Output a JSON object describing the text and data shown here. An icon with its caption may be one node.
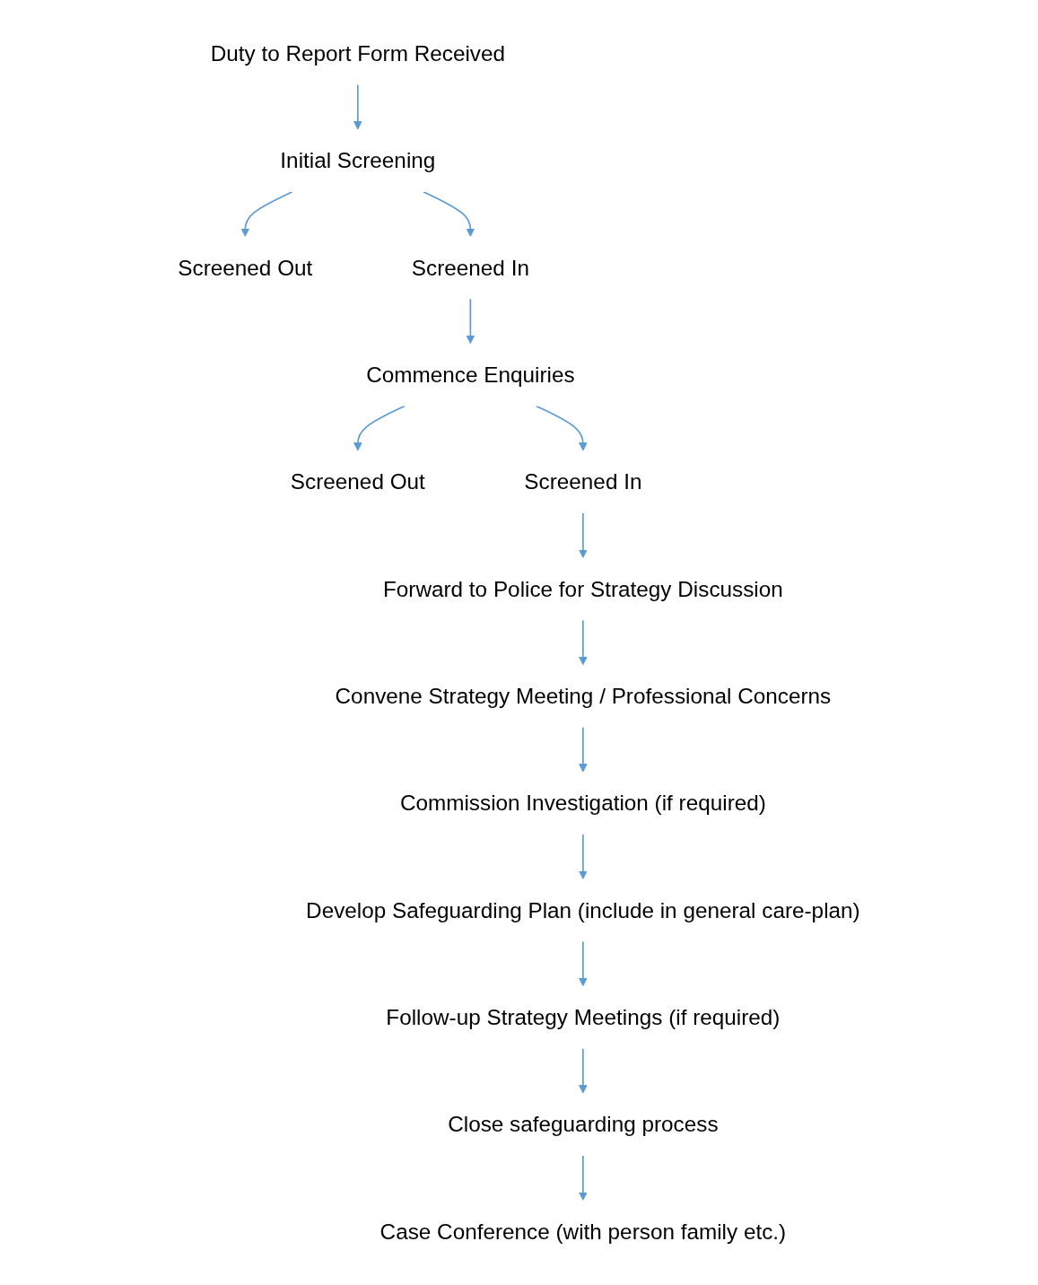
{
  "diagram": {
    "nodes": [
      {
        "text": [
          "Duty to Report Form Received"
        ]
      },
      {
        "text": [
          "Initial Screening"
        ]
      },
      {
        "text": [
          "Screened Out"
        ]
      },
      {
        "text": [
          "Screened In"
        ]
      },
      {
        "text": [
          "Commence Enquiries"
        ]
      },
      {
        "text": [
          "Screened Out"
        ]
      },
      {
        "text": [
          "Screened In"
        ]
      },
      {
        "text": [
          "Forward to Police for Strategy Discussion"
        ]
      },
      {
        "text": [
          "Convene Strategy Meeting / Professional Concerns"
        ]
      },
      {
        "text": [
          "Commission Investigation (if required)"
        ]
      },
      {
        "text": [
          "Develop Safeguarding Plan (include in general care-plan)"
        ]
      },
      {
        "text": [
          "Follow-up Strategy Meetings (if required)"
        ]
      },
      {
        "text": [
          "Close safeguarding process"
        ]
      },
      {
        "text": [
          "Case Conference (with person family etc.)"
        ]
      }
    ],
    "edges": [
      {
        "from": 0,
        "to": 1,
        "arrow": "to"
      },
      {
        "from": 1,
        "to": 2,
        "arrow": "to"
      },
      {
        "from": 1,
        "to": 3,
        "arrow": "to"
      },
      {
        "from": 3,
        "to": 4,
        "arrow": "to"
      },
      {
        "from": 4,
        "to": 5,
        "arrow": "to"
      },
      {
        "from": 4,
        "to": 6,
        "arrow": "to"
      },
      {
        "from": 6,
        "to": 7,
        "arrow": "to"
      },
      {
        "from": 7,
        "to": 8,
        "arrow": "to"
      },
      {
        "from": 8,
        "to": 9,
        "arrow": "to"
      },
      {
        "from": 9,
        "to": 10,
        "arrow": "to"
      },
      {
        "from": 10,
        "to": 11,
        "arrow": "to"
      },
      {
        "from": 11,
        "to": 12,
        "arrow": "to"
      },
      {
        "from": 12,
        "to": 13,
        "arrow": "to"
      }
    ]
  }
}
